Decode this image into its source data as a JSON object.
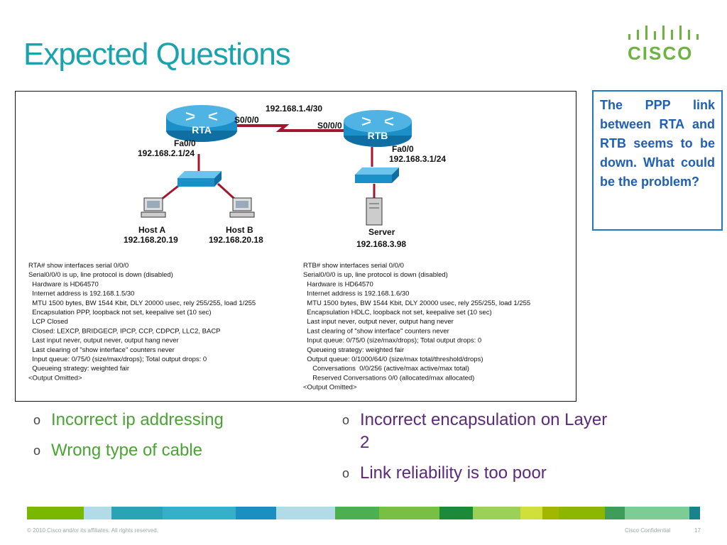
{
  "slide": {
    "title": "Expected Questions",
    "logo_text": "CISCO",
    "callout": "The PPP link between RTA and RTB seems to be down. What could be the problem?",
    "bullets_left": [
      "Incorrect ip addressing",
      "Wrong type of cable"
    ],
    "bullets_right": [
      "Incorrect encapsulation on Layer 2",
      "Link reliability is too poor"
    ],
    "footer_left": "© 2010 Cisco and/or its affiliates. All rights reserved.",
    "footer_confidential": "Cisco Confidential",
    "page_number": "17"
  },
  "diagram": {
    "rta": "RTA",
    "rtb": "RTB",
    "link_net": "192.168.1.4/30",
    "rta_serial": "S0/0/0",
    "rtb_serial": "S0/0/0",
    "rta_fa": "Fa0/0",
    "rta_fa_ip": "192.168.2.1/24",
    "rtb_fa": "Fa0/0",
    "rtb_fa_ip": "192.168.3.1/24",
    "hosta": "Host A",
    "hosta_ip": "192.168.20.19",
    "hostb": "Host B",
    "hostb_ip": "192.168.20.18",
    "server": "Server",
    "server_ip": "192.168.3.98",
    "rta_output": [
      "RTA# show interfaces serial 0/0/0",
      "Serial0/0/0 is up, line protocol is down (disabled)",
      "  Hardware is HD64570",
      "  Internet address is 192.168.1.5/30",
      "  MTU 1500 bytes, BW 1544 Kbit, DLY 20000 usec, rely 255/255, load 1/255",
      "  Encapsulation PPP, loopback not set, keepalive set (10 sec)",
      "  LCP Closed",
      "  Closed: LEXCP, BRIDGECP, IPCP, CCP, CDPCP, LLC2, BACP",
      "  Last input never, output never, output hang never",
      "  Last clearing of \"show interface\" counters never",
      "  Input queue: 0/75/0 (size/max/drops); Total output drops: 0",
      "  Queueing strategy: weighted fair",
      "<Output Omitted>"
    ],
    "rtb_output": [
      "RTB# show interfaces serial 0/0/0",
      "Serial0/0/0 is up, line protocol is down (disabled)",
      "  Hardware is HD64570",
      "  Internet address is 192.168.1.6/30",
      "  MTU 1500 bytes, BW 1544 Kbit, DLY 20000 usec, rely 255/255, load 1/255",
      "  Encapsulation HDLC, loopback not set, keepalive set (10 sec)",
      "  Last input never, output never, output hang never",
      "  Last clearing of \"show interface\" counters never",
      "  Input queue: 0/75/0 (size/max/drops); Total output drops: 0",
      "  Queueing strategy: weighted fair",
      "  Output queue: 0/1000/64/0 (size/max total/threshold/drops)",
      "     Conversations  0/0/256 (active/max active/max total)",
      "     Reserved Conversations 0/0 (allocated/max allocated)",
      "<Output Omitted>"
    ]
  },
  "colors": {
    "title": "#1aa3ad",
    "callout_border": "#1f78c1",
    "callout_text": "#1f5fb4",
    "bullet_left": "#4aa334",
    "bullet_right": "#5b2a7a",
    "link": "#a3172e",
    "device": "#1b8fc7"
  },
  "bottom_bar_colors": [
    "#7ab800",
    "#b2dbe8",
    "#2aa3b6",
    "#34b1c8",
    "#1c8fc0",
    "#b2dbe8",
    "#4caf50",
    "#78c043",
    "#1d8a3a",
    "#9bd159",
    "#d0df3a",
    "#a2b800",
    "#8db600",
    "#3f9d5c",
    "#7dcb95",
    "#18838c"
  ]
}
